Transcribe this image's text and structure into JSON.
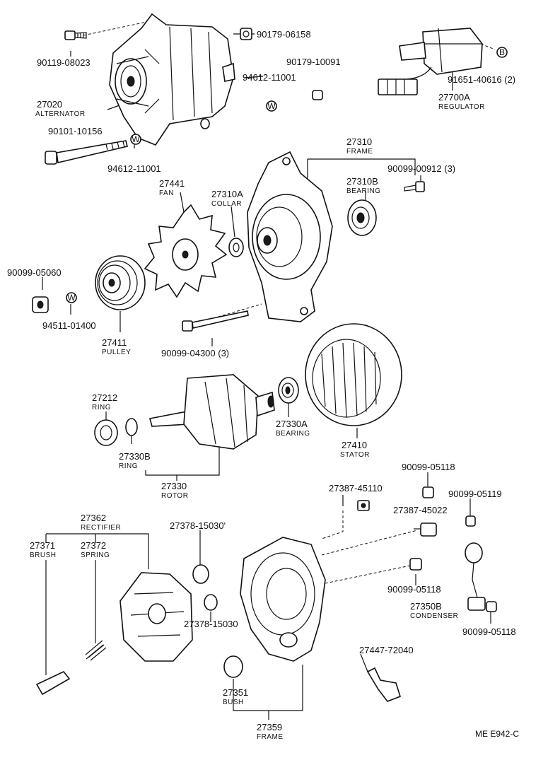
{
  "labels": {
    "l1": {
      "pn": "90119-08023"
    },
    "l2": {
      "pn": "90179-06158"
    },
    "l3": {
      "pn": "90179-10091"
    },
    "l4": {
      "pn": "94612-11001"
    },
    "l5": {
      "pn": "27020",
      "nm": "ALTERNATOR"
    },
    "l6": {
      "pn": "27700A",
      "nm": "REGULATOR"
    },
    "l7": {
      "pn": "91651-40616 (2)"
    },
    "l8": {
      "pn": "90101-10156"
    },
    "l9": {
      "pn": "94612-11001"
    },
    "l10": {
      "pn": "27310",
      "nm": "FRAME"
    },
    "l11": {
      "pn": "27310B",
      "nm": "BEARING"
    },
    "l12": {
      "pn": "90099-00912 (3)"
    },
    "l13": {
      "pn": "27441",
      "nm": "FAN"
    },
    "l14": {
      "pn": "27310A",
      "nm": "COLLAR"
    },
    "l15": {
      "pn": "90099-05060"
    },
    "l16": {
      "pn": "94511-01400"
    },
    "l17": {
      "pn": "27411",
      "nm": "PULLEY"
    },
    "l18": {
      "pn": "90099-04300 (3)"
    },
    "l19": {
      "pn": "27212",
      "nm": "RING"
    },
    "l20": {
      "pn": "27330B",
      "nm": "RING"
    },
    "l21": {
      "pn": "27330A",
      "nm": "BEARING"
    },
    "l22": {
      "pn": "27410",
      "nm": "STATOR"
    },
    "l23": {
      "pn": "27330",
      "nm": "ROTOR"
    },
    "l24": {
      "pn": "90099-05118"
    },
    "l25": {
      "pn": "27387-45110"
    },
    "l26": {
      "pn": "90099-05119"
    },
    "l27": {
      "pn": "27387-45022"
    },
    "l28": {
      "pn": "27362",
      "nm": "RECTIFIER"
    },
    "l29": {
      "pn": "27371",
      "nm": "BRUSH"
    },
    "l30": {
      "pn": "27372",
      "nm": "SPRING"
    },
    "l31": {
      "pn": "27378-15030'"
    },
    "l32": {
      "pn": "27378-15030"
    },
    "l33": {
      "pn": "90099-05118"
    },
    "l34": {
      "pn": "27350B",
      "nm": "CONDENSER"
    },
    "l35": {
      "pn": "90099-05118"
    },
    "l36": {
      "pn": "27447-72040"
    },
    "l37": {
      "pn": "27351",
      "nm": "BUSH"
    },
    "l38": {
      "pn": "27359",
      "nm": "FRAME"
    }
  },
  "washer_mark": "W",
  "bolt_mark": "B",
  "reference_code": "ME E942-C"
}
